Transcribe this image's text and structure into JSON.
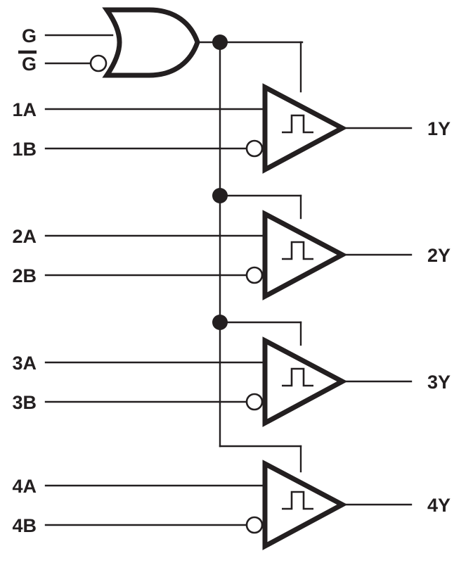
{
  "diagram": {
    "title": "Quad 2-Input Schmitt-Trigger Buffer with Enable — Logic Diagram",
    "type": "logic-circuit-schematic",
    "colors": {
      "ink": "#231f20",
      "background": "#ffffff"
    },
    "enable_gate": {
      "name": "enable-or-gate",
      "gate_type": "OR",
      "inverted_inputs": [
        "G-bar"
      ],
      "inputs": [
        {
          "label": "G",
          "overline": false,
          "y": 50
        },
        {
          "label": "G",
          "overline": true,
          "y": 90
        }
      ],
      "output_net": "enable"
    },
    "stages": [
      {
        "index": 1,
        "input_a": "1A",
        "input_b": "1B",
        "output": "1Y",
        "b_inverted": true,
        "symbol": "schmitt-trigger"
      },
      {
        "index": 2,
        "input_a": "2A",
        "input_b": "2B",
        "output": "2Y",
        "b_inverted": true,
        "symbol": "schmitt-trigger"
      },
      {
        "index": 3,
        "input_a": "3A",
        "input_b": "3B",
        "output": "3Y",
        "b_inverted": true,
        "symbol": "schmitt-trigger"
      },
      {
        "index": 4,
        "input_a": "4A",
        "input_b": "4B",
        "output": "4Y",
        "b_inverted": true,
        "symbol": "schmitt-trigger"
      }
    ],
    "junction_count": 3,
    "labels": {
      "g": "G",
      "g_bar": "G",
      "a1": "1A",
      "b1": "1B",
      "y1": "1Y",
      "a2": "2A",
      "b2": "2B",
      "y2": "2Y",
      "a3": "3A",
      "b3": "3B",
      "y3": "3Y",
      "a4": "4A",
      "b4": "4B",
      "y4": "4Y"
    }
  }
}
